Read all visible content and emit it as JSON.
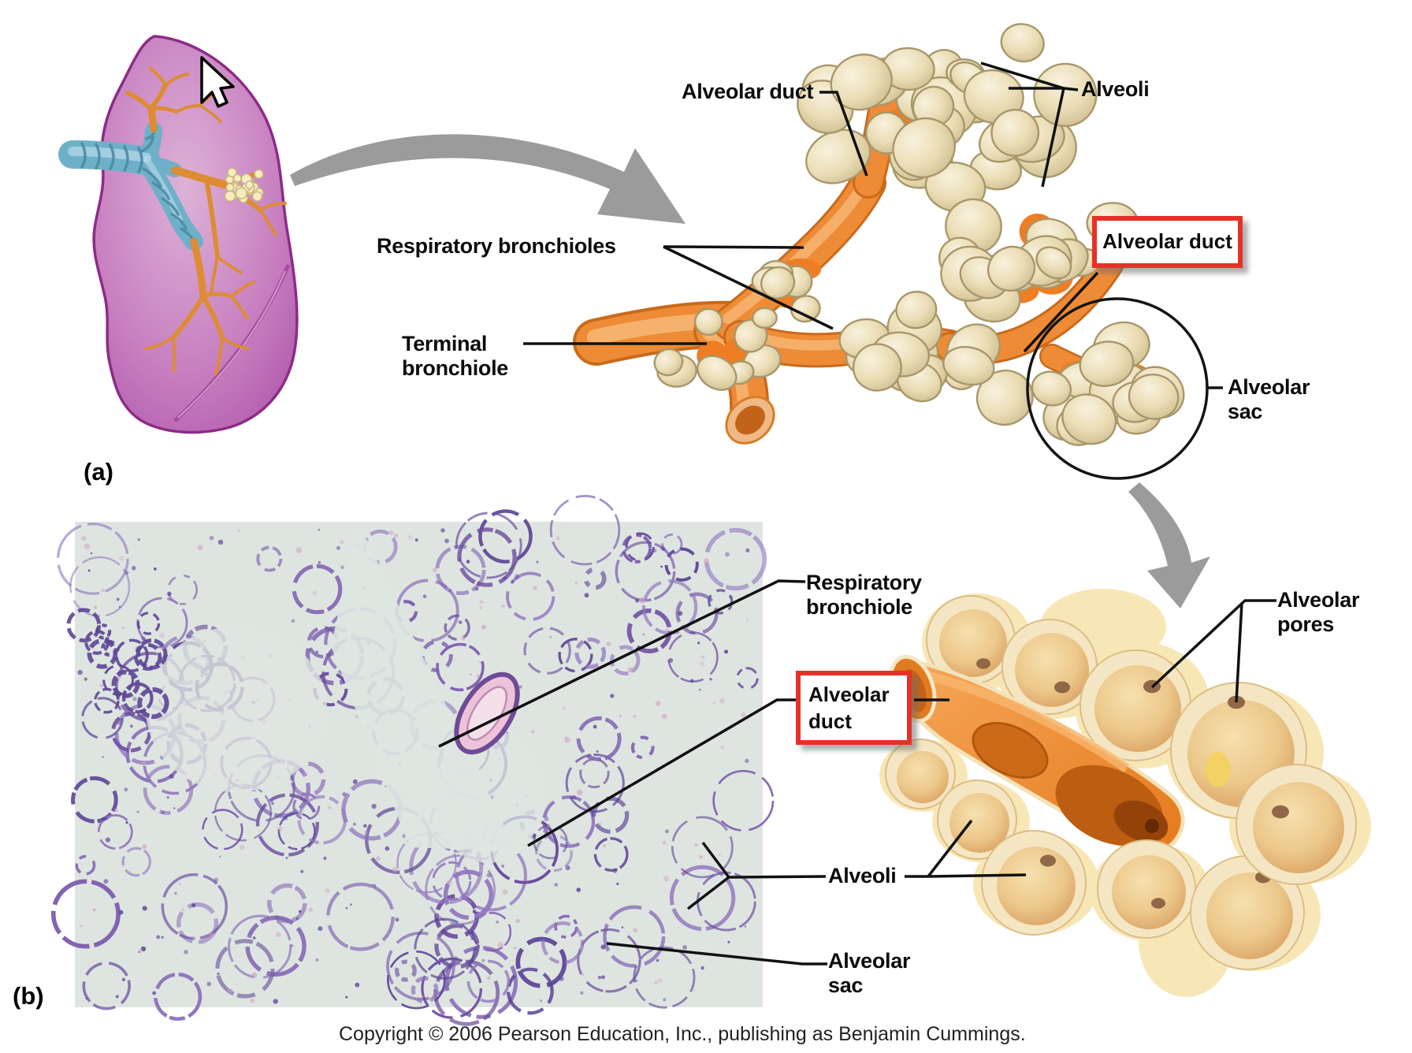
{
  "figure": {
    "panel_a_tag": "(a)",
    "panel_b_tag": "(b)",
    "copyright": "Copyright © 2006 Pearson Education, Inc., publishing as Benjamin Cummings."
  },
  "panel_a": {
    "label_alveolar_duct": "Alveolar duct",
    "label_alveoli": "Alveoli",
    "label_respiratory_bronchioles": "Respiratory bronchioles",
    "label_terminal_bronchiole": "Terminal bronchiole",
    "highlight_alveolar_duct": "Alveolar duct",
    "label_alveolar_sac": "Alveolar sac"
  },
  "panel_b": {
    "label_respiratory_bronchiole": "Respiratory bronchiole",
    "highlight_alveolar_duct": "Alveolar duct",
    "label_alveolar_pores": "Alveolar pores",
    "label_alveoli": "Alveoli",
    "label_alveolar_sac": "Alveolar sac"
  },
  "colors": {
    "highlight_box_border": "#e63128",
    "duct_orange": "#ee8b36",
    "alveoli_cream": "#eadcb4",
    "lung_purple": "#c77fc0",
    "micrograph_background": "#dee5e1",
    "micrograph_tissue": "#6d4f9f",
    "arrow_gray": "#9b9b9b"
  }
}
